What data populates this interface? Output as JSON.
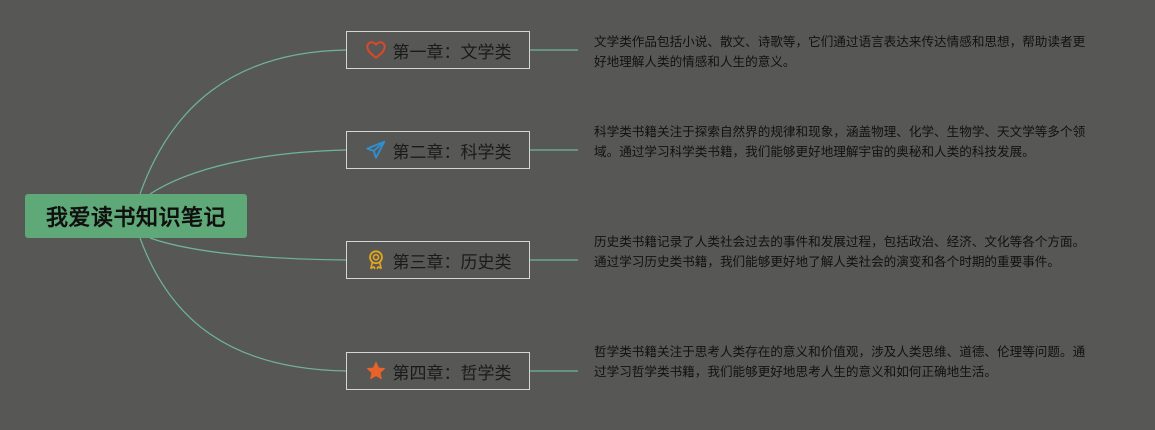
{
  "root": {
    "title": "我爱读书知识笔记"
  },
  "branches": [
    {
      "label": "第一章：文学类",
      "icon": "heart-icon",
      "icon_color": "#d9482b",
      "note": "文学类作品包括小说、散文、诗歌等，它们通过语言表达来传达情感和思想，帮助读者更好地理解人类的情感和人生的意义。"
    },
    {
      "label": "第二章：科学类",
      "icon": "paper-plane-icon",
      "icon_color": "#2e8fd1",
      "note": "科学类书籍关注于探索自然界的规律和现象，涵盖物理、化学、生物学、天文学等多个领域。通过学习科学类书籍，我们能够更好地理解宇宙的奥秘和人类的科技发展。"
    },
    {
      "label": "第三章：历史类",
      "icon": "award-ribbon-icon",
      "icon_color": "#e2a51b",
      "note": "历史类书籍记录了人类社会过去的事件和发展过程，包括政治、经济、文化等各个方面。通过学习历史类书籍，我们能够更好地了解人类社会的演变和各个时期的重要事件。"
    },
    {
      "label": "第四章：哲学类",
      "icon": "star-icon",
      "icon_color": "#e8622a",
      "note": "哲学类书籍关注于思考人类存在的意义和价值观，涉及人类思维、道德、伦理等问题。通过学习哲学类书籍，我们能够更好地思考人生的意义和如何正确地生活。"
    }
  ],
  "colors": {
    "background": "#575855",
    "root_fill": "#5fa877",
    "link_line": "#6fb59a",
    "branch_border": "#d6d6d6"
  }
}
